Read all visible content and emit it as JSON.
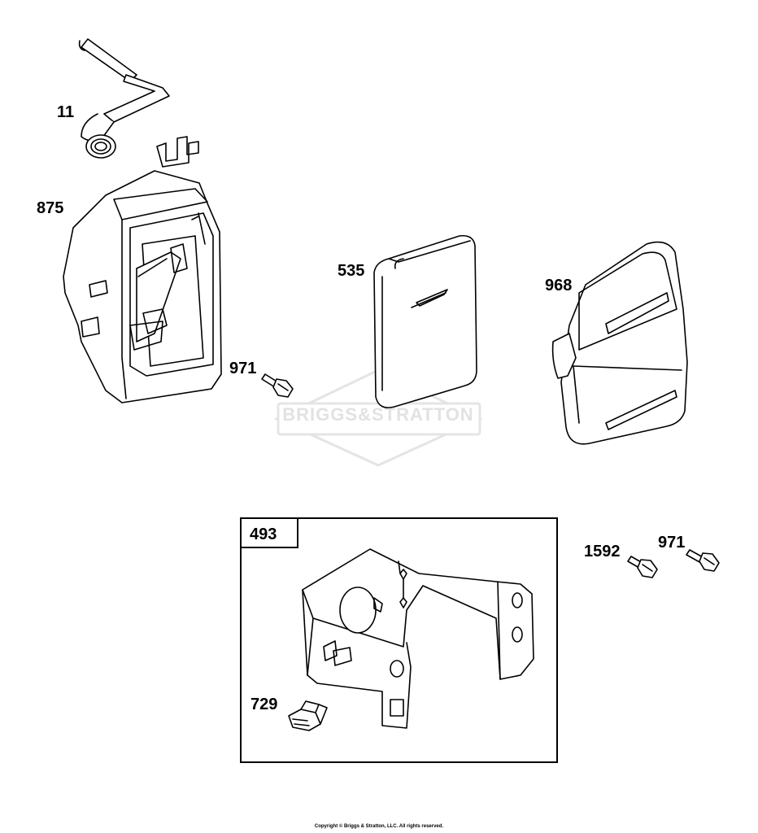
{
  "parts": [
    {
      "key": "p11",
      "number": "11",
      "name": "breather-tube"
    },
    {
      "key": "p875",
      "number": "875",
      "name": "air-cleaner-base"
    },
    {
      "key": "p535",
      "number": "535",
      "name": "air-filter"
    },
    {
      "key": "p968",
      "number": "968",
      "name": "air-cleaner-cover"
    },
    {
      "key": "p971a",
      "number": "971",
      "name": "screw"
    },
    {
      "key": "p493",
      "number": "493",
      "name": "bracket-assembly"
    },
    {
      "key": "p729",
      "number": "729",
      "name": "clip"
    },
    {
      "key": "p1592",
      "number": "1592",
      "name": "screw"
    },
    {
      "key": "p971b",
      "number": "971",
      "name": "screw"
    }
  ],
  "labels": {
    "p11": "11",
    "p875": "875",
    "p535": "535",
    "p968": "968",
    "p971a": "971",
    "p493": "493",
    "p729": "729",
    "p1592": "1592",
    "p971b": "971"
  },
  "watermark": "BRIGGS&STRATTON",
  "copyright": "Copyright © Briggs & Stratton, LLC. All rights reserved.",
  "colors": {
    "line": "#000000",
    "watermark": "#e2e2e2",
    "background": "#ffffff"
  }
}
